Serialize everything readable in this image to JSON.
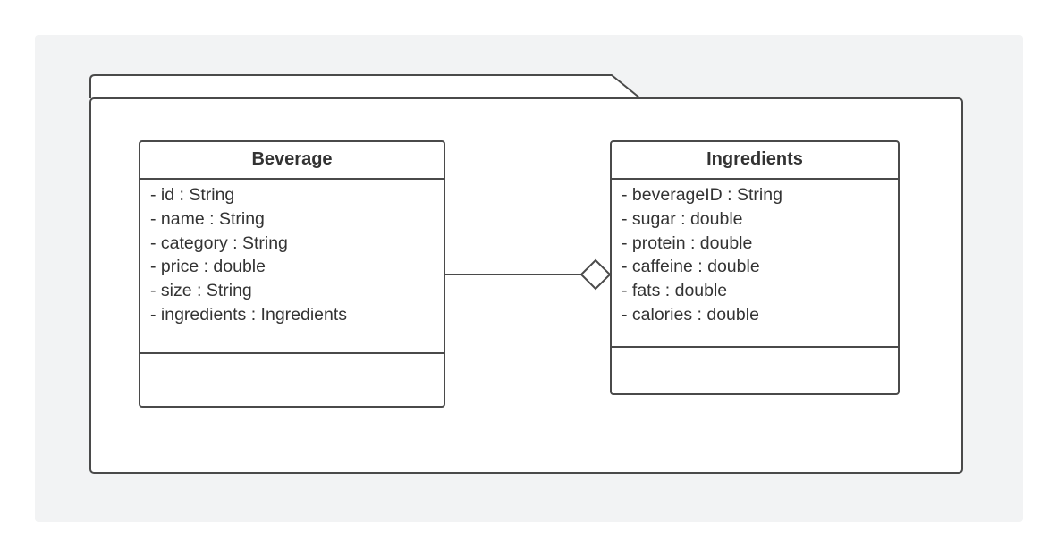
{
  "classes": [
    {
      "name": "Beverage",
      "attributes": [
        "- id : String",
        "- name : String",
        "- category : String",
        "- price : double",
        "- size : String",
        "- ingredients : Ingredients"
      ],
      "methods": []
    },
    {
      "name": "Ingredients",
      "attributes": [
        "- beverageID : String",
        "- sugar : double",
        "- protein : double",
        "- caffeine : double",
        "- fats : double",
        "- calories : double"
      ],
      "methods": []
    }
  ],
  "relationships": [
    {
      "type": "aggregation",
      "from": "Beverage",
      "to": "Ingredients",
      "diamond_at": "Ingredients"
    }
  ],
  "colors": {
    "background": "#f2f3f4",
    "stroke": "#4a4a4a",
    "text": "#333333",
    "fill": "#ffffff"
  }
}
